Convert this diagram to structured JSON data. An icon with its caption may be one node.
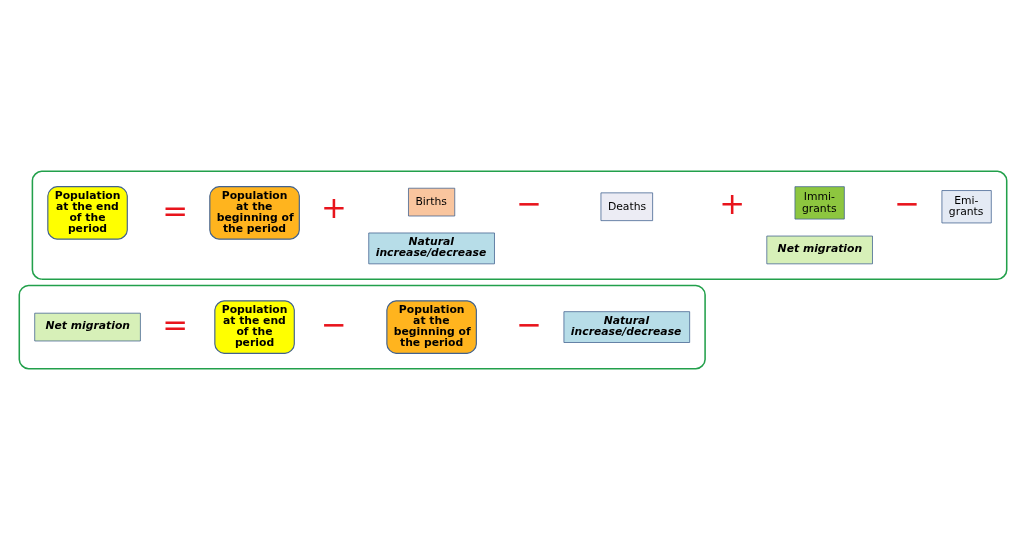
{
  "diagram": {
    "nodes": [
      {
        "text": [],
        "shape": "box"
      },
      {
        "text": [
          "Population at the end of the period"
        ],
        "in": 0
      },
      {
        "text": [
          "Population at the beginning of the period"
        ],
        "in": 0
      },
      {
        "text": [
          "Births"
        ],
        "in": 0
      },
      {
        "text": [
          "Deaths"
        ],
        "in": 0
      },
      {
        "text": [
          "Immi- grants"
        ],
        "in": 0
      },
      {
        "text": [
          "Emi- grants"
        ],
        "in": 0
      },
      {
        "text": [
          "Natural increase/decrease"
        ],
        "in": 0
      },
      {
        "text": [
          "Net migration"
        ],
        "in": 0
      },
      {
        "text": [],
        "shape": "box"
      },
      {
        "text": [
          "Net migration"
        ],
        "in": 9
      },
      {
        "text": [
          "Population at the end of the period"
        ],
        "in": 9
      },
      {
        "text": [
          "Population at the beginning of the period"
        ],
        "in": 9
      },
      {
        "text": [
          "Natural increase/decrease"
        ],
        "in": 9
      }
    ],
    "edges": [],
    "labels": [
      "=",
      "+",
      "−",
      "+",
      "−",
      "=",
      "−",
      "−"
    ]
  }
}
